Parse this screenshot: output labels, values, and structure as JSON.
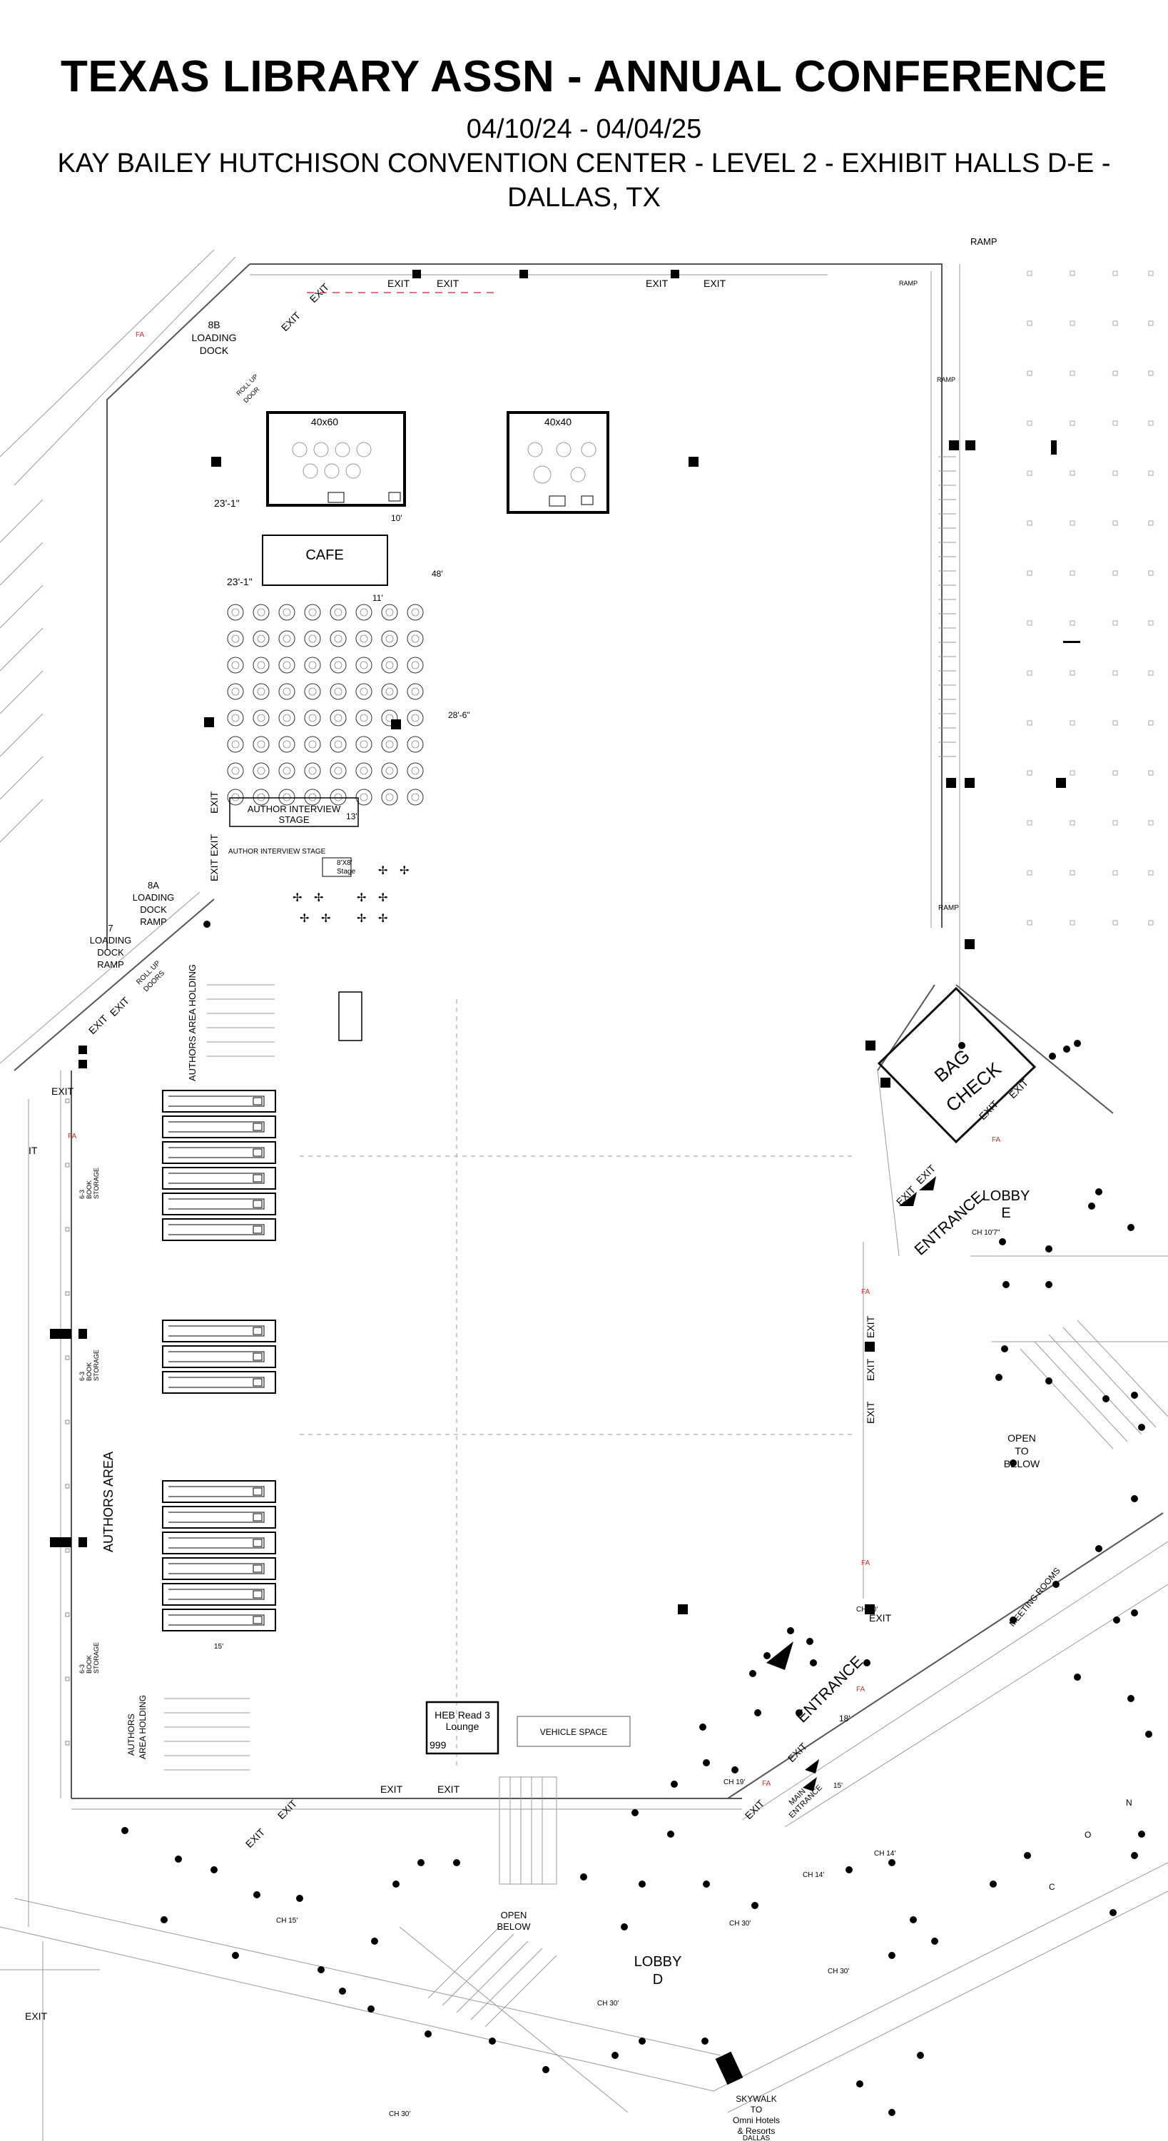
{
  "header": {
    "title": "TEXAS LIBRARY ASSN - ANNUAL CONFERENCE",
    "dates": "04/10/24 - 04/04/25",
    "venue": "KAY BAILEY HUTCHISON CONVENTION CENTER - LEVEL 2 - EXHIBIT HALLS D-E  -",
    "city": "DALLAS, TX"
  },
  "map": {
    "exit": "EXIT",
    "ramp": "RAMP",
    "dock_8b": [
      "8B",
      "LOADING",
      "DOCK"
    ],
    "roll_up_door": [
      "ROLL UP",
      "DOOR"
    ],
    "booth_40x60": "40x60",
    "booth_40x40": "40x40",
    "cafe": "CAFE",
    "dim_23_1": "23'-1\"",
    "dim_10": "10'",
    "dim_11": "11'",
    "dim_48": "48'",
    "dim_28_6": "28'-6\"",
    "dim_13": "13'",
    "dim_15": "15'",
    "author_stage": [
      "AUTHOR INTERVIEW",
      "STAGE"
    ],
    "author_stage_small": "AUTHOR INTERVIEW  STAGE",
    "stage_8x8": [
      "8'X8'",
      "Stage"
    ],
    "dock_8a": [
      "8A",
      "LOADING",
      "DOCK",
      "RAMP"
    ],
    "dock_7": [
      "7",
      "LOADING",
      "DOCK",
      "RAMP"
    ],
    "rollup_doors": [
      "ROLL UP",
      "DOORS"
    ],
    "authors_holding": "AUTHORS AREA HOLDING",
    "authors_area": "AUTHORS AREA",
    "authors_area_holding": [
      "AUTHORS",
      "AREA HOLDING"
    ],
    "book_storage": [
      "6-3",
      "BOOK",
      "STORAGE"
    ],
    "bag_check": [
      "BAG",
      "CHECK"
    ],
    "entrance": "ENTRANCE",
    "lobby_e": [
      "LOBBY",
      "E"
    ],
    "ch_10_7": "CH 10'7\"",
    "open_below": [
      "OPEN",
      "TO",
      "BELOW"
    ],
    "meeting_rooms": "MEETING ROOMS",
    "ch_10": "CH 10'",
    "dim_18": "18'",
    "heb_lounge": [
      "HEB Read 3",
      "Lounge"
    ],
    "heb_number": "999",
    "vehicle_space": "VEHICLE SPACE",
    "main_entrance": [
      "MAIN",
      "ENTRANCE"
    ],
    "open_below_2": [
      "OPEN",
      "BELOW"
    ],
    "lobby_d": [
      "LOBBY",
      "D"
    ],
    "ch_15": "CH 15'",
    "ch_30": "CH 30'",
    "ch_14": "CH 14'",
    "ch_19": "CH 19'",
    "skywalk": [
      "SKYWALK",
      "TO",
      "Omni Hotels",
      "& Resorts",
      "DALLAS"
    ],
    "it": "IT",
    "fa": "FA",
    "con": [
      "C",
      "O",
      "N"
    ]
  }
}
